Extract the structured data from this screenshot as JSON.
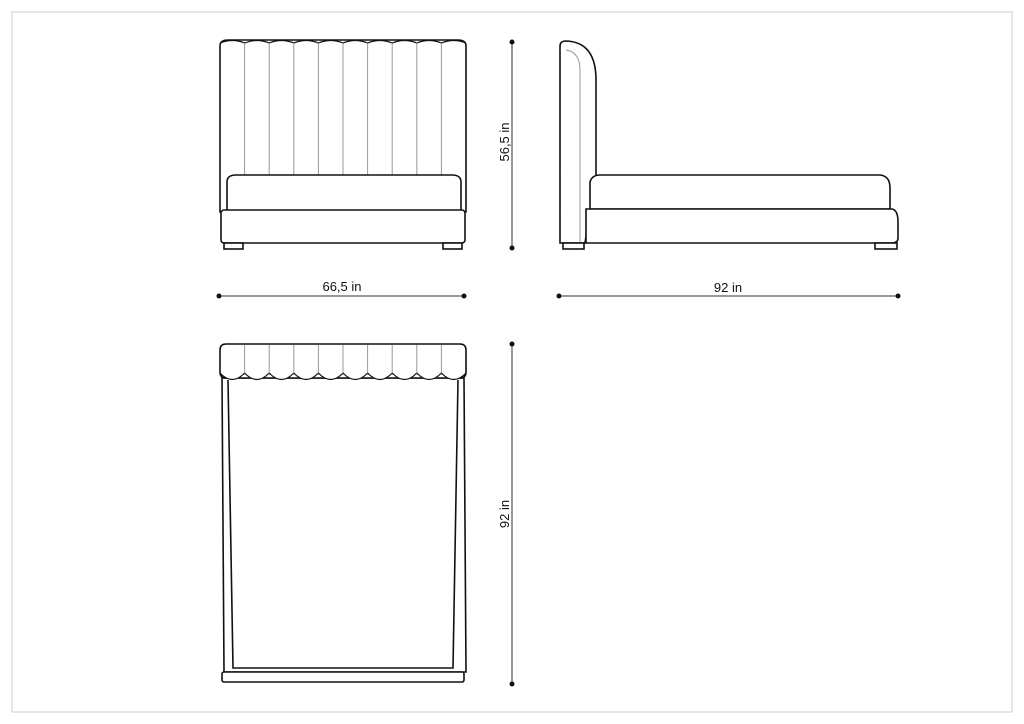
{
  "dimensions": {
    "front_height": "56,5 in",
    "front_width": "66,5 in",
    "side_length": "92 in",
    "top_length": "92 in"
  },
  "headboard_channels": 10,
  "colors": {
    "line": "#111111",
    "detail": "#999999",
    "frame": "#cccccc"
  }
}
